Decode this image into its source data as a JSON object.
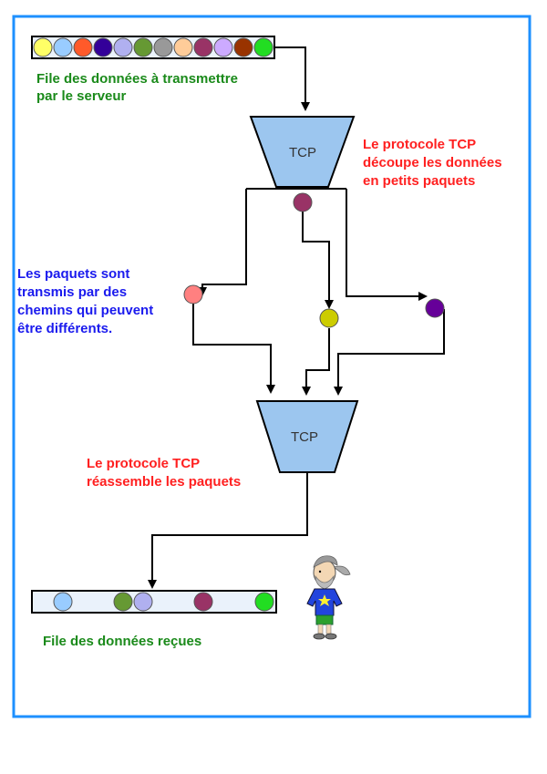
{
  "labels": {
    "send_queue_line1": "File des données à transmettre",
    "send_queue_line2": "par le serveur",
    "split_line1": "Le protocole TCP",
    "split_line2": "découpe les données",
    "split_line3": "en petits paquets",
    "paths_line1": "Les paquets sont",
    "paths_line2": "transmis par des",
    "paths_line3": "chemins qui peuvent",
    "paths_line4": "être différents.",
    "reassemble_line1": "Le protocole TCP",
    "reassemble_line2": "réassemble les paquets",
    "receive_queue": "File des données reçues",
    "tcp_top": "TCP",
    "tcp_bottom": "TCP"
  },
  "colors": {
    "frame": "#1e90ff",
    "green_text": "#1a8a1a",
    "red_text": "#ff2020",
    "blue_text": "#1a1aee",
    "funnel_fill": "#9cc6ef",
    "queue_fill": "#eaf2fb",
    "pkt_yellow": "#ffff66",
    "pkt_lightblue": "#99ccff",
    "pkt_orange": "#ff5a2a",
    "pkt_navy": "#330099",
    "pkt_lavender": "#b0b0f0",
    "pkt_olive": "#669933",
    "pkt_gray": "#999999",
    "pkt_peach": "#ffcc99",
    "pkt_plum": "#993366",
    "pkt_lilac": "#ccaaff",
    "pkt_brown": "#993300",
    "pkt_green": "#22dd22",
    "pkt_salmon": "#ff8080",
    "pkt_mustard": "#cccc00",
    "pkt_purple": "#660099"
  },
  "icons": [
    "packet-icon",
    "character-icon"
  ]
}
